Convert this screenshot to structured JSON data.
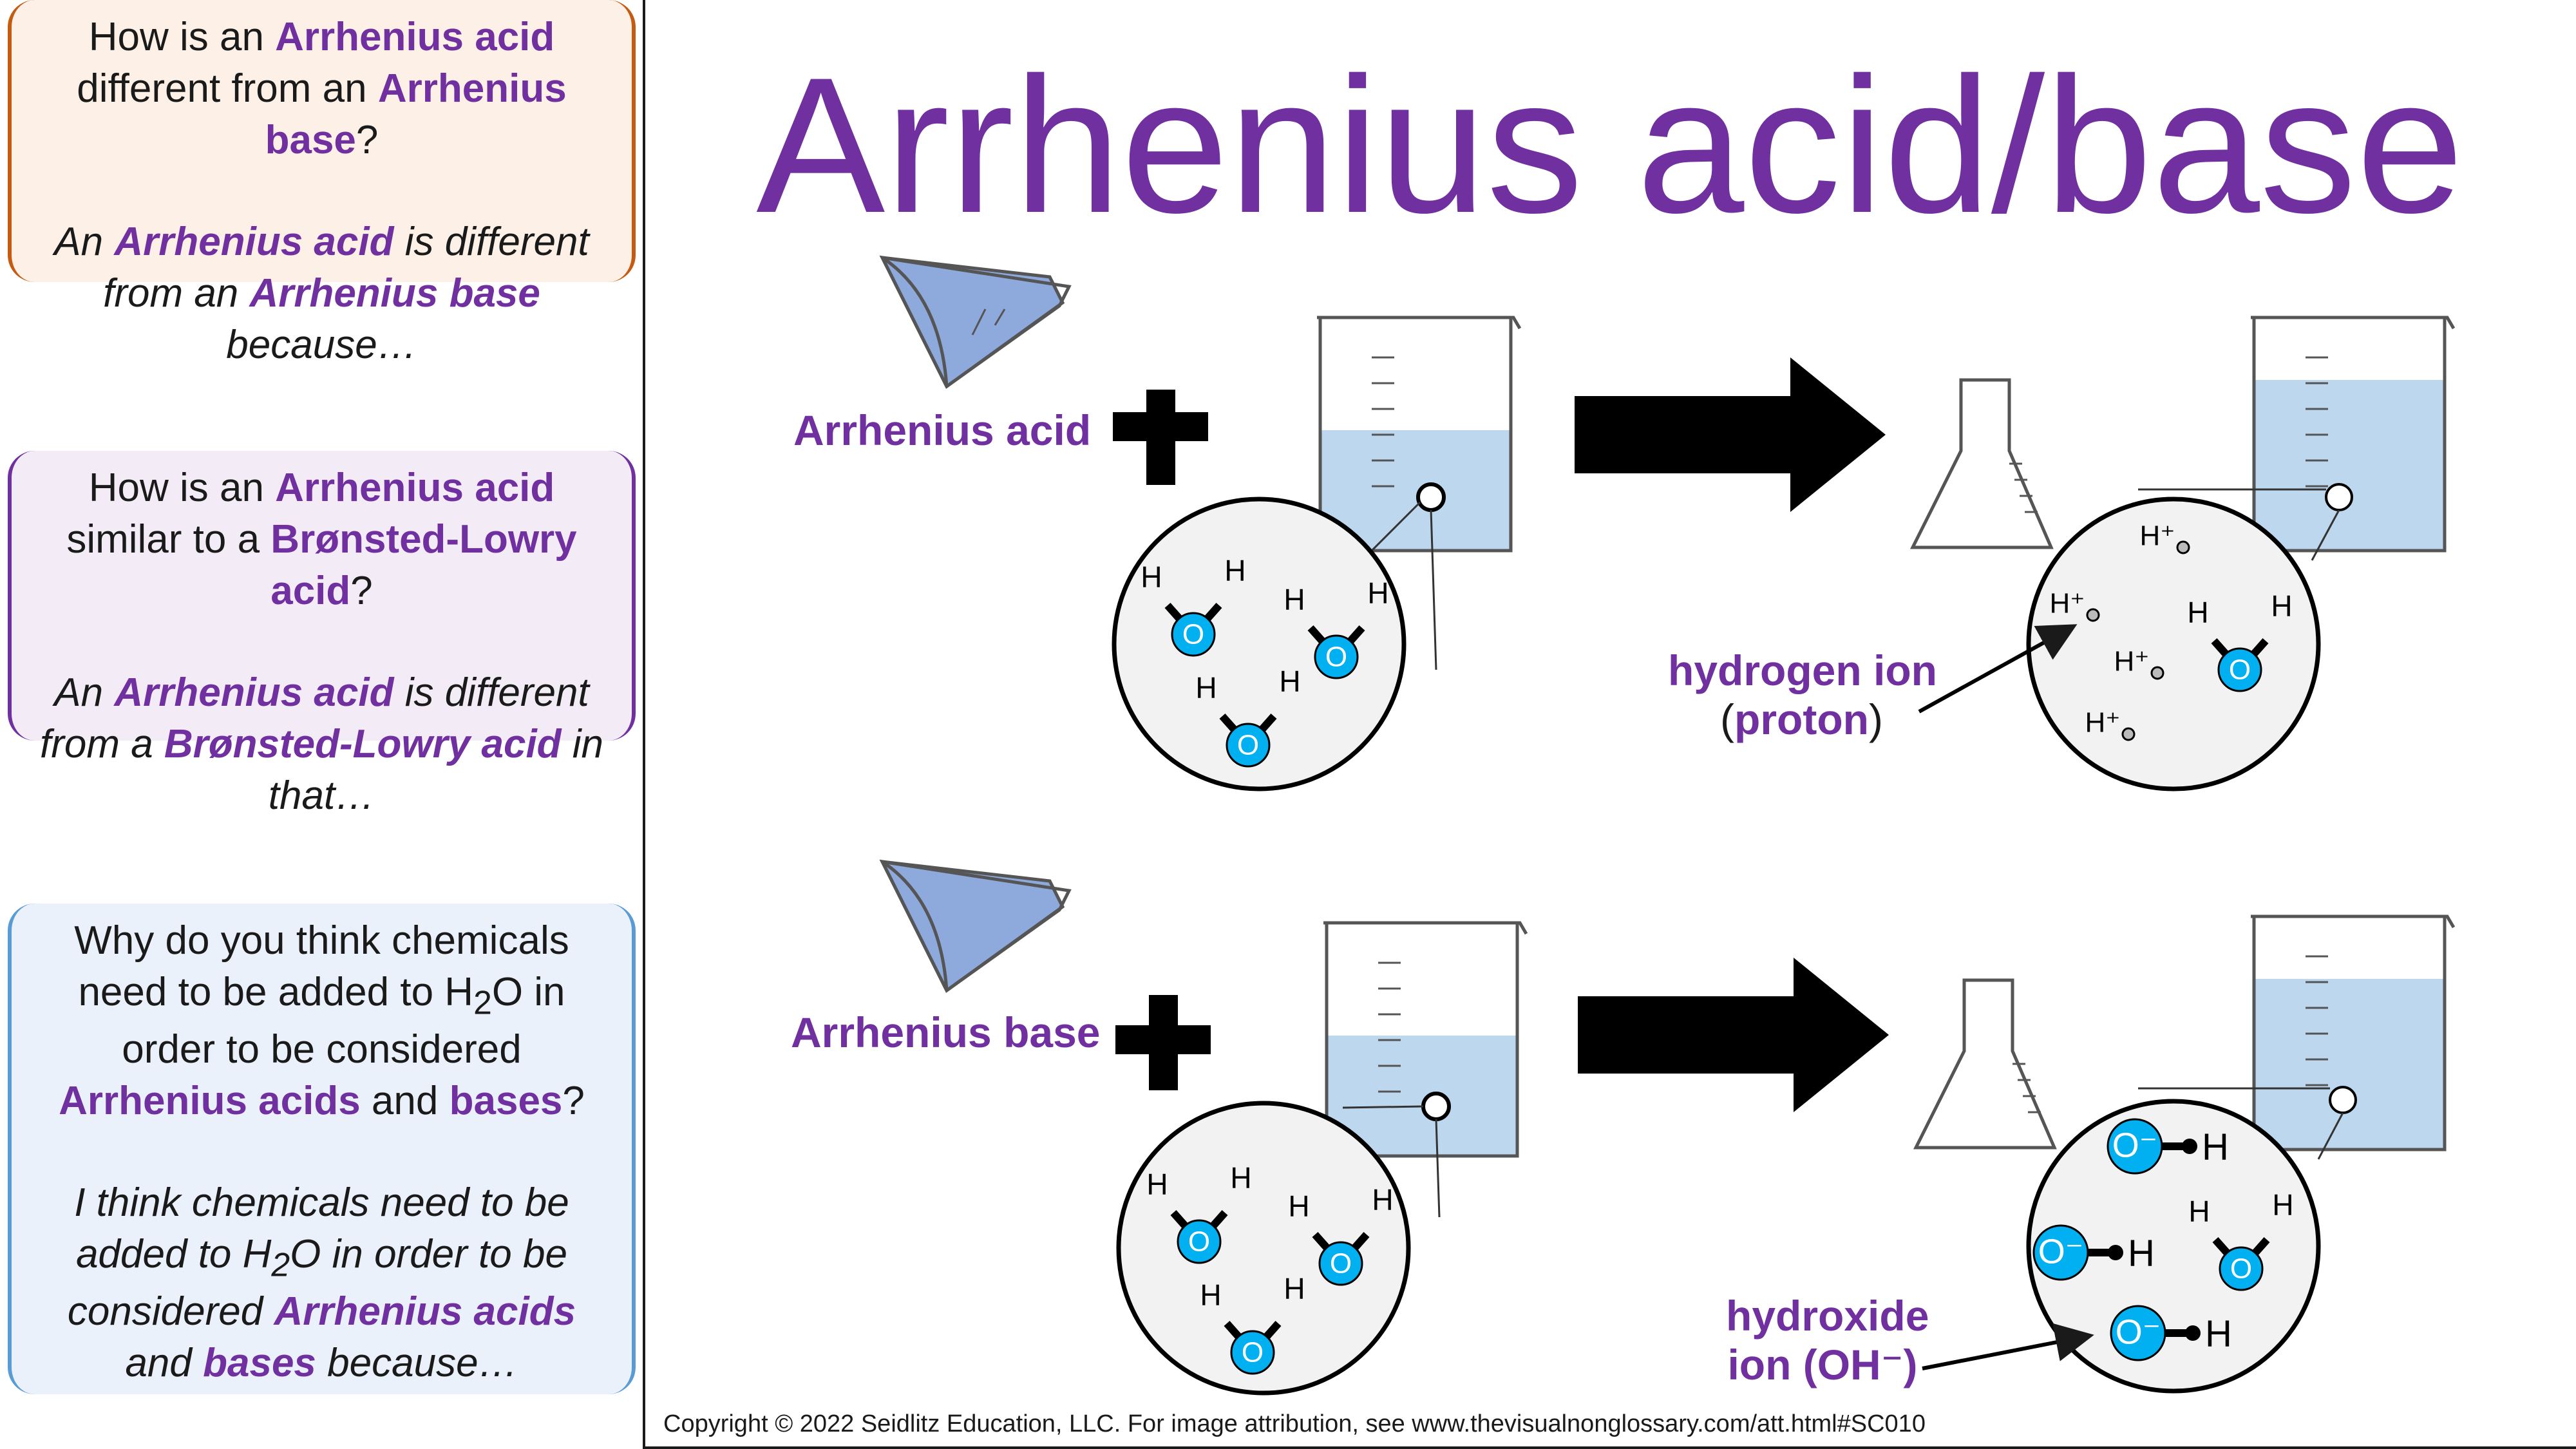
{
  "title": "Arrhenius acid/base",
  "cards": {
    "q1": {
      "question": [
        "How is an ",
        "Arrhenius acid",
        " different from an ",
        "Arrhenius base",
        "?"
      ],
      "answer": [
        "An ",
        "Arrhenius acid",
        " is different from an ",
        "Arrhenius base",
        " because…"
      ]
    },
    "q2": {
      "question": [
        "How is an ",
        "Arrhenius acid",
        " similar to a ",
        "Brønsted-Lowry acid",
        "?"
      ],
      "answer": [
        "An ",
        "Arrhenius acid",
        " is different from a ",
        "Brønsted-Lowry acid",
        " in that…"
      ]
    },
    "q3": {
      "question": [
        "Why do you think chemicals need to be added to H",
        "2",
        "O in order to be considered ",
        "Arrhenius acids",
        " and ",
        "bases",
        "?"
      ],
      "answer": [
        "I think chemicals need to be added to H",
        "2",
        "O in order to be considered ",
        "Arrhenius acids",
        " and ",
        "bases",
        " because…"
      ]
    }
  },
  "diagram": {
    "acid_label": "Arrhenius acid",
    "base_label": "Arrhenius base",
    "hydrogen_ion_label": "hydrogen ion",
    "proton_paren_open": "(",
    "proton_label": "proton",
    "proton_paren_close": ")",
    "hydroxide_label_line1": "hydroxide",
    "hydroxide_label_line2": "ion (OH⁻)",
    "atom_o": "O",
    "atom_h": "H",
    "hydrogen_ion_symbol": "H⁺",
    "hydroxide_symbol": "O⁻"
  },
  "copyright": "Copyright © 2022 Seidlitz Education, LLC.  For image attribution, see www.thevisualnonglossary.com/att.html#SC010",
  "colors": {
    "purple": "#7030A0",
    "orange": "#C55A11",
    "blue_border": "#5B9BD5",
    "water": "#BDD7EE",
    "molecule": "#00B0F0"
  }
}
